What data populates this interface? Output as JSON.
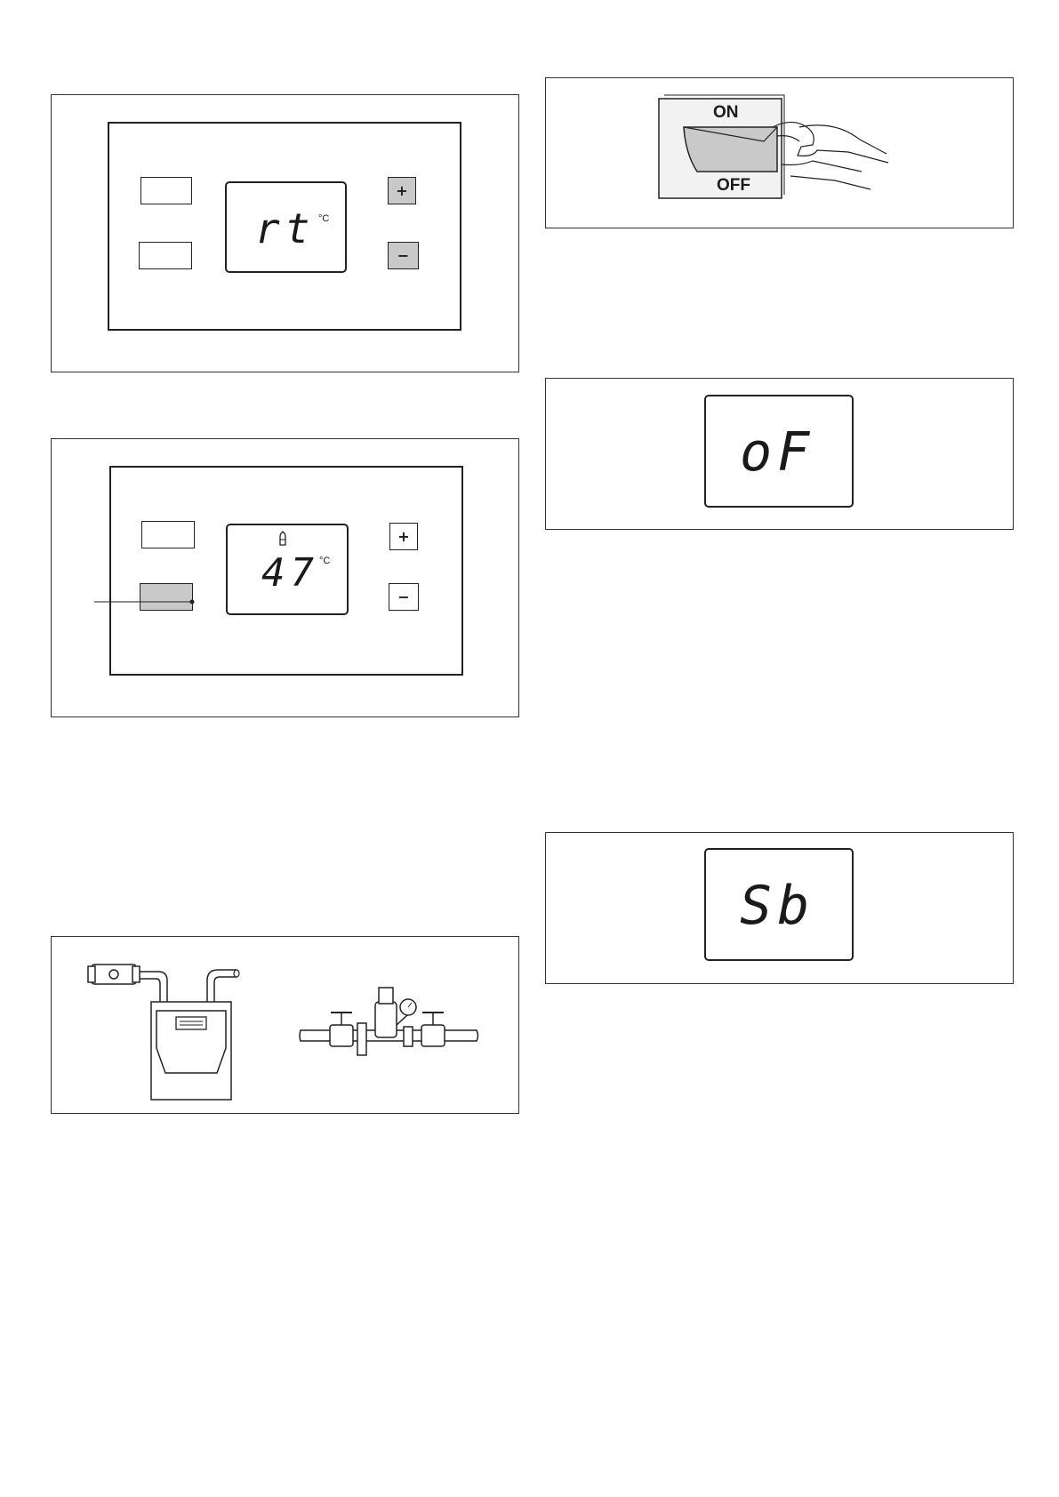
{
  "figure_rt": {
    "display": "rt",
    "unit": "°C",
    "plus": "+",
    "minus": "−"
  },
  "figure_47": {
    "display": "47",
    "unit": "°C",
    "plus": "+",
    "minus": "−"
  },
  "figure_switch": {
    "on_label": "ON",
    "off_label": "OFF"
  },
  "figure_of": {
    "display": "oF"
  },
  "figure_sb": {
    "display": "Sb"
  },
  "figure_meter": {
    "icons": [
      "gas-meter-icon",
      "water-valve-assembly-icon"
    ]
  }
}
